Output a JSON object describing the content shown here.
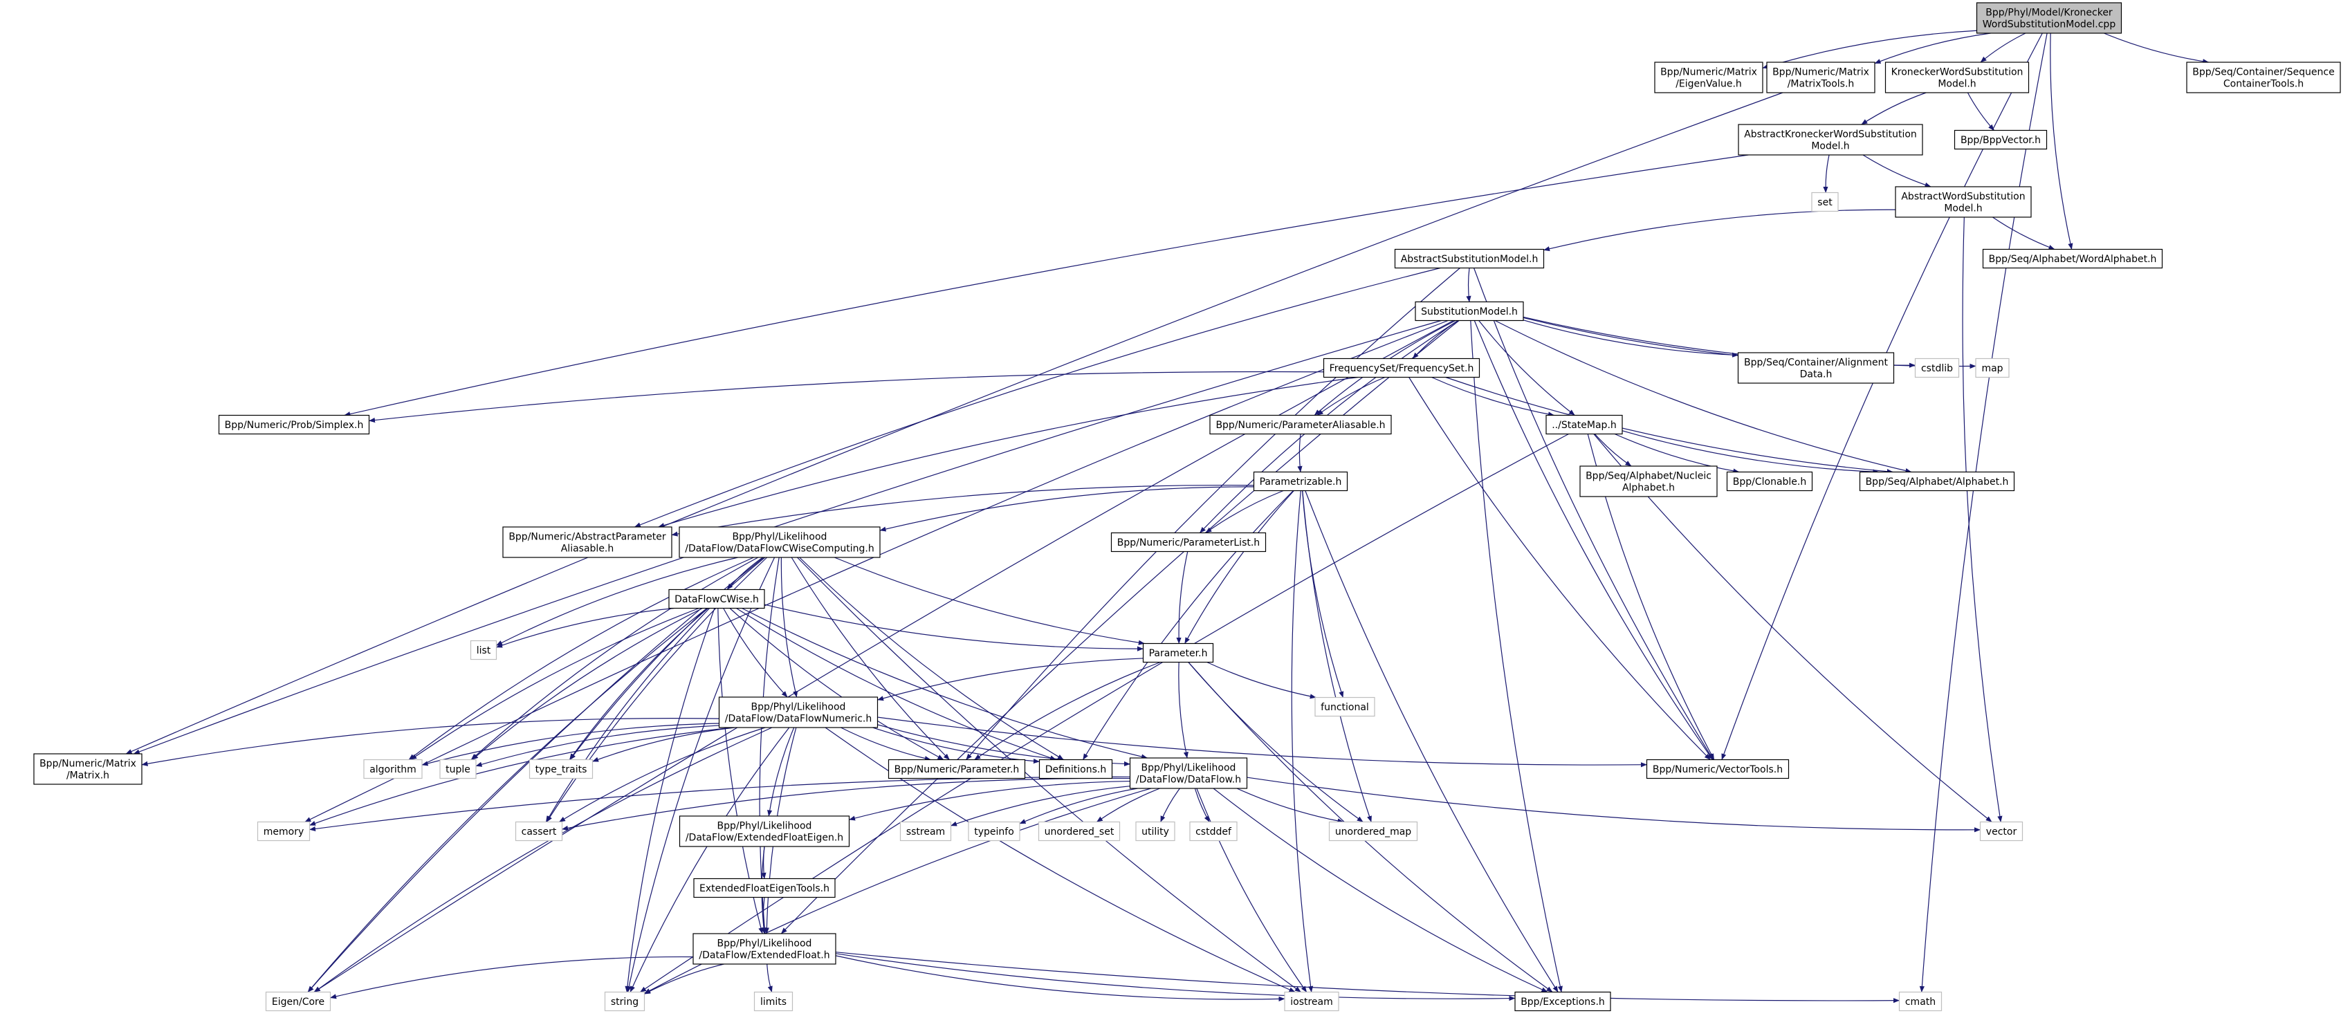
{
  "diagram": {
    "nodes": [
      {
        "id": "root",
        "lines": [
          "Bpp/Phyl/Model/Kronecker",
          "WordSubstitutionModel.cpp"
        ],
        "style": "root"
      },
      {
        "id": "eigenvalue",
        "lines": [
          "Bpp/Numeric/Matrix",
          "/EigenValue.h"
        ],
        "style": "box"
      },
      {
        "id": "matrixtools",
        "lines": [
          "Bpp/Numeric/Matrix",
          "/MatrixTools.h"
        ],
        "style": "box"
      },
      {
        "id": "kwsm",
        "lines": [
          "KroneckerWordSubstitution",
          "Model.h"
        ],
        "style": "box"
      },
      {
        "id": "seqcontainertools",
        "lines": [
          "Bpp/Seq/Container/Sequence",
          "ContainerTools.h"
        ],
        "style": "box"
      },
      {
        "id": "akwsm",
        "lines": [
          "AbstractKroneckerWordSubstitution",
          "Model.h"
        ],
        "style": "box"
      },
      {
        "id": "bppvector",
        "lines": [
          "Bpp/BppVector.h"
        ],
        "style": "box"
      },
      {
        "id": "set",
        "lines": [
          "set"
        ],
        "style": "std"
      },
      {
        "id": "awsm",
        "lines": [
          "AbstractWordSubstitution",
          "Model.h"
        ],
        "style": "box"
      },
      {
        "id": "abssubst",
        "lines": [
          "AbstractSubstitutionModel.h"
        ],
        "style": "box"
      },
      {
        "id": "wordalphabet",
        "lines": [
          "Bpp/Seq/Alphabet/WordAlphabet.h"
        ],
        "style": "box"
      },
      {
        "id": "substmodel",
        "lines": [
          "SubstitutionModel.h"
        ],
        "style": "box"
      },
      {
        "id": "aligndata",
        "lines": [
          "Bpp/Seq/Container/Alignment",
          "Data.h"
        ],
        "style": "box"
      },
      {
        "id": "cstdlib",
        "lines": [
          "cstdlib"
        ],
        "style": "std"
      },
      {
        "id": "map",
        "lines": [
          "map"
        ],
        "style": "std"
      },
      {
        "id": "freqset",
        "lines": [
          "FrequencySet/FrequencySet.h"
        ],
        "style": "box"
      },
      {
        "id": "simplex",
        "lines": [
          "Bpp/Numeric/Prob/Simplex.h"
        ],
        "style": "box"
      },
      {
        "id": "paramaliasable",
        "lines": [
          "Bpp/Numeric/ParameterAliasable.h"
        ],
        "style": "box"
      },
      {
        "id": "statemap",
        "lines": [
          "../StateMap.h"
        ],
        "style": "box"
      },
      {
        "id": "parametrizable",
        "lines": [
          "Parametrizable.h"
        ],
        "style": "box"
      },
      {
        "id": "nucleic",
        "lines": [
          "Bpp/Seq/Alphabet/Nucleic",
          "Alphabet.h"
        ],
        "style": "box"
      },
      {
        "id": "clonable",
        "lines": [
          "Bpp/Clonable.h"
        ],
        "style": "box"
      },
      {
        "id": "alphabet",
        "lines": [
          "Bpp/Seq/Alphabet/Alphabet.h"
        ],
        "style": "box"
      },
      {
        "id": "absparamaliasable",
        "lines": [
          "Bpp/Numeric/AbstractParameter",
          "Aliasable.h"
        ],
        "style": "box"
      },
      {
        "id": "dfcwisecomputing",
        "lines": [
          "Bpp/Phyl/Likelihood",
          "/DataFlow/DataFlowCWiseComputing.h"
        ],
        "style": "box"
      },
      {
        "id": "paramlist",
        "lines": [
          "Bpp/Numeric/ParameterList.h"
        ],
        "style": "box"
      },
      {
        "id": "dfcwise",
        "lines": [
          "DataFlowCWise.h"
        ],
        "style": "box"
      },
      {
        "id": "list",
        "lines": [
          "list"
        ],
        "style": "std"
      },
      {
        "id": "parameterh",
        "lines": [
          "Parameter.h"
        ],
        "style": "box"
      },
      {
        "id": "functional",
        "lines": [
          "functional"
        ],
        "style": "std"
      },
      {
        "id": "dfnumeric",
        "lines": [
          "Bpp/Phyl/Likelihood",
          "/DataFlow/DataFlowNumeric.h"
        ],
        "style": "box"
      },
      {
        "id": "matrixh",
        "lines": [
          "Bpp/Numeric/Matrix",
          "/Matrix.h"
        ],
        "style": "box"
      },
      {
        "id": "algorithm",
        "lines": [
          "algorithm"
        ],
        "style": "std"
      },
      {
        "id": "tuple",
        "lines": [
          "tuple"
        ],
        "style": "std"
      },
      {
        "id": "typetraits",
        "lines": [
          "type_traits"
        ],
        "style": "std"
      },
      {
        "id": "numparameter",
        "lines": [
          "Bpp/Numeric/Parameter.h"
        ],
        "style": "box"
      },
      {
        "id": "definitions",
        "lines": [
          "Definitions.h"
        ],
        "style": "box"
      },
      {
        "id": "dataflow",
        "lines": [
          "Bpp/Phyl/Likelihood",
          "/DataFlow/DataFlow.h"
        ],
        "style": "box"
      },
      {
        "id": "vectortools",
        "lines": [
          "Bpp/Numeric/VectorTools.h"
        ],
        "style": "box"
      },
      {
        "id": "memory",
        "lines": [
          "memory"
        ],
        "style": "std"
      },
      {
        "id": "cassert",
        "lines": [
          "cassert"
        ],
        "style": "std"
      },
      {
        "id": "efeigen",
        "lines": [
          "Bpp/Phyl/Likelihood",
          "/DataFlow/ExtendedFloatEigen.h"
        ],
        "style": "box"
      },
      {
        "id": "sstream",
        "lines": [
          "sstream"
        ],
        "style": "std"
      },
      {
        "id": "typeinfo",
        "lines": [
          "typeinfo"
        ],
        "style": "std"
      },
      {
        "id": "unorderedset",
        "lines": [
          "unordered_set"
        ],
        "style": "std"
      },
      {
        "id": "utility",
        "lines": [
          "utility"
        ],
        "style": "std"
      },
      {
        "id": "cstddef",
        "lines": [
          "cstddef"
        ],
        "style": "std"
      },
      {
        "id": "unorderedmap",
        "lines": [
          "unordered_map"
        ],
        "style": "std"
      },
      {
        "id": "vector",
        "lines": [
          "vector"
        ],
        "style": "std"
      },
      {
        "id": "efeigentools",
        "lines": [
          "ExtendedFloatEigenTools.h"
        ],
        "style": "box"
      },
      {
        "id": "extfloat",
        "lines": [
          "Bpp/Phyl/Likelihood",
          "/DataFlow/ExtendedFloat.h"
        ],
        "style": "box"
      },
      {
        "id": "eigencore",
        "lines": [
          "Eigen/Core"
        ],
        "style": "std"
      },
      {
        "id": "string",
        "lines": [
          "string"
        ],
        "style": "std"
      },
      {
        "id": "limits",
        "lines": [
          "limits"
        ],
        "style": "std"
      },
      {
        "id": "iostream",
        "lines": [
          "iostream"
        ],
        "style": "std"
      },
      {
        "id": "exceptions",
        "lines": [
          "Bpp/Exceptions.h"
        ],
        "style": "box"
      },
      {
        "id": "cmath",
        "lines": [
          "cmath"
        ],
        "style": "std"
      }
    ],
    "edges": [
      [
        "root",
        "eigenvalue"
      ],
      [
        "root",
        "matrixtools"
      ],
      [
        "root",
        "kwsm"
      ],
      [
        "root",
        "seqcontainertools"
      ],
      [
        "root",
        "wordalphabet"
      ],
      [
        "root",
        "vectortools"
      ],
      [
        "root",
        "cmath"
      ],
      [
        "matrixtools",
        "matrixh"
      ],
      [
        "kwsm",
        "akwsm"
      ],
      [
        "kwsm",
        "bppvector"
      ],
      [
        "akwsm",
        "set"
      ],
      [
        "akwsm",
        "awsm"
      ],
      [
        "akwsm",
        "simplex"
      ],
      [
        "awsm",
        "abssubst"
      ],
      [
        "awsm",
        "wordalphabet"
      ],
      [
        "awsm",
        "vector"
      ],
      [
        "abssubst",
        "substmodel"
      ],
      [
        "abssubst",
        "absparamaliasable"
      ],
      [
        "abssubst",
        "vectortools"
      ],
      [
        "abssubst",
        "numparameter"
      ],
      [
        "substmodel",
        "freqset"
      ],
      [
        "substmodel",
        "aligndata"
      ],
      [
        "substmodel",
        "cstdlib"
      ],
      [
        "substmodel",
        "map"
      ],
      [
        "substmodel",
        "statemap"
      ],
      [
        "substmodel",
        "paramaliasable"
      ],
      [
        "substmodel",
        "paramlist"
      ],
      [
        "substmodel",
        "matrixh"
      ],
      [
        "substmodel",
        "memory"
      ],
      [
        "substmodel",
        "eigencore"
      ],
      [
        "substmodel",
        "exceptions"
      ],
      [
        "substmodel",
        "alphabet"
      ],
      [
        "substmodel",
        "vectortools"
      ],
      [
        "substmodel",
        "extfloat"
      ],
      [
        "freqset",
        "simplex"
      ],
      [
        "freqset",
        "paramaliasable"
      ],
      [
        "freqset",
        "statemap"
      ],
      [
        "freqset",
        "alphabet"
      ],
      [
        "freqset",
        "vectortools"
      ],
      [
        "freqset",
        "absparamaliasable"
      ],
      [
        "paramaliasable",
        "parametrizable"
      ],
      [
        "statemap",
        "nucleic"
      ],
      [
        "statemap",
        "clonable"
      ],
      [
        "statemap",
        "alphabet"
      ],
      [
        "statemap",
        "vectortools"
      ],
      [
        "statemap",
        "string"
      ],
      [
        "statemap",
        "vector"
      ],
      [
        "parametrizable",
        "absparamaliasable"
      ],
      [
        "parametrizable",
        "dfcwisecomputing"
      ],
      [
        "parametrizable",
        "paramlist"
      ],
      [
        "parametrizable",
        "parameterh"
      ],
      [
        "parametrizable",
        "functional"
      ],
      [
        "parametrizable",
        "unorderedmap"
      ],
      [
        "parametrizable",
        "definitions"
      ],
      [
        "parametrizable",
        "iostream"
      ],
      [
        "parametrizable",
        "exceptions"
      ],
      [
        "dfcwisecomputing",
        "dfcwise"
      ],
      [
        "dfcwisecomputing",
        "parameterh"
      ],
      [
        "dfcwisecomputing",
        "dfnumeric"
      ],
      [
        "dfcwisecomputing",
        "list"
      ],
      [
        "dfcwisecomputing",
        "algorithm"
      ],
      [
        "dfcwisecomputing",
        "tuple"
      ],
      [
        "dfcwisecomputing",
        "typetraits"
      ],
      [
        "dfcwisecomputing",
        "numparameter"
      ],
      [
        "dfcwisecomputing",
        "definitions"
      ],
      [
        "dfcwisecomputing",
        "cassert"
      ],
      [
        "dfcwisecomputing",
        "eigencore"
      ],
      [
        "dfcwisecomputing",
        "string"
      ],
      [
        "dfcwisecomputing",
        "iostream"
      ],
      [
        "dfcwisecomputing",
        "extfloat"
      ],
      [
        "paramlist",
        "parameterh"
      ],
      [
        "dfcwise",
        "list"
      ],
      [
        "dfcwise",
        "parameterh"
      ],
      [
        "dfcwise",
        "dfnumeric"
      ],
      [
        "dfcwise",
        "algorithm"
      ],
      [
        "dfcwise",
        "tuple"
      ],
      [
        "dfcwise",
        "typetraits"
      ],
      [
        "dfcwise",
        "numparameter"
      ],
      [
        "dfcwise",
        "definitions"
      ],
      [
        "dfcwise",
        "cassert"
      ],
      [
        "dfcwise",
        "eigencore"
      ],
      [
        "dfcwise",
        "string"
      ],
      [
        "dfcwise",
        "extfloat"
      ],
      [
        "dfcwise",
        "dataflow"
      ],
      [
        "parameterh",
        "numparameter"
      ],
      [
        "parameterh",
        "functional"
      ],
      [
        "parameterh",
        "dataflow"
      ],
      [
        "parameterh",
        "unorderedmap"
      ],
      [
        "parameterh",
        "exceptions"
      ],
      [
        "parameterh",
        "dfnumeric"
      ],
      [
        "dfnumeric",
        "matrixh"
      ],
      [
        "dfnumeric",
        "algorithm"
      ],
      [
        "dfnumeric",
        "tuple"
      ],
      [
        "dfnumeric",
        "typetraits"
      ],
      [
        "dfnumeric",
        "numparameter"
      ],
      [
        "dfnumeric",
        "definitions"
      ],
      [
        "dfnumeric",
        "vectortools"
      ],
      [
        "dfnumeric",
        "cassert"
      ],
      [
        "dfnumeric",
        "efeigen"
      ],
      [
        "dfnumeric",
        "extfloat"
      ],
      [
        "dfnumeric",
        "eigencore"
      ],
      [
        "dfnumeric",
        "string"
      ],
      [
        "dfnumeric",
        "iostream"
      ],
      [
        "dfnumeric",
        "dataflow"
      ],
      [
        "dfnumeric",
        "memory"
      ],
      [
        "dataflow",
        "memory"
      ],
      [
        "dataflow",
        "cassert"
      ],
      [
        "dataflow",
        "efeigen"
      ],
      [
        "dataflow",
        "sstream"
      ],
      [
        "dataflow",
        "typeinfo"
      ],
      [
        "dataflow",
        "unorderedset"
      ],
      [
        "dataflow",
        "utility"
      ],
      [
        "dataflow",
        "cstddef"
      ],
      [
        "dataflow",
        "unorderedmap"
      ],
      [
        "dataflow",
        "vector"
      ],
      [
        "dataflow",
        "iostream"
      ],
      [
        "dataflow",
        "exceptions"
      ],
      [
        "dataflow",
        "string"
      ],
      [
        "efeigen",
        "efeigentools"
      ],
      [
        "efeigen",
        "extfloat"
      ],
      [
        "efeigentools",
        "extfloat"
      ],
      [
        "extfloat",
        "eigencore"
      ],
      [
        "extfloat",
        "string"
      ],
      [
        "extfloat",
        "limits"
      ],
      [
        "extfloat",
        "iostream"
      ],
      [
        "extfloat",
        "exceptions"
      ],
      [
        "extfloat",
        "cmath"
      ]
    ]
  }
}
